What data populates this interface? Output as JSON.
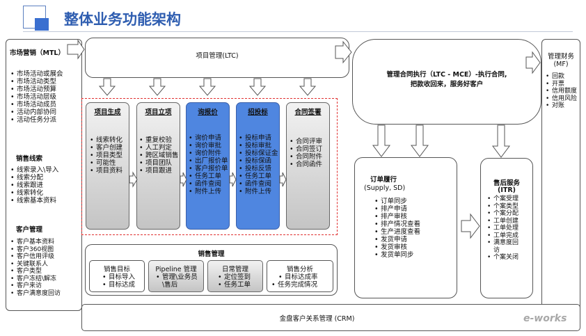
{
  "title": "整体业务功能架构",
  "mtl": {
    "title": "市场营销（MTL）",
    "items": [
      "市场活动或展会",
      "市场活动类型",
      "市场活动预算",
      "市场活动层级",
      "市场活动成员",
      "活动内部协同",
      "活动任务分派"
    ],
    "leads_title": "销售线索",
    "leads": [
      "线索录入\\导入",
      "线索分配",
      "线索跟进",
      "线索转化",
      "线索基本资料"
    ],
    "cust_title": "客户管理",
    "cust": [
      "客户基本资料",
      "客户360视图",
      "客户信用评级",
      "关键联系人",
      "客户类型",
      "客户冻结\\解冻",
      "客户来访",
      "客户满意度回访"
    ]
  },
  "ltc": {
    "label": "项目管理(LTC)"
  },
  "stages": [
    {
      "title": "项目生成",
      "items": [
        "线索转化",
        "客户创建",
        "项目类型",
        "可能性",
        "项目资料"
      ]
    },
    {
      "title": "项目立项",
      "items": [
        "重复校验",
        "人工判定",
        "跨区域销售",
        "项目团队",
        "项目跟进"
      ]
    },
    {
      "title": "询报价",
      "items": [
        "询价申请",
        "询价审批",
        "询价附件",
        "出厂报价单",
        "客户报价单",
        "任务工单",
        "函件查阅",
        "附件上传"
      ]
    },
    {
      "title": "招投标",
      "items": [
        "投标申请",
        "投标审批",
        "投标保证金",
        "投标保函",
        "投标反馈",
        "任务工单",
        "函件查阅",
        "附件上传"
      ]
    },
    {
      "title": "合同签署",
      "items": [
        "合同评审",
        "合同签订",
        "合同附件",
        "合同函件"
      ]
    }
  ],
  "sales": {
    "title": "销售管理",
    "cells": [
      {
        "title": "销售目标",
        "items": [
          "目标导入",
          "目标达成"
        ]
      },
      {
        "title": "Pipeline 管理",
        "items": [
          "管理\\业务员\\售后"
        ]
      },
      {
        "title": "日常管理",
        "items": [
          "定位签到",
          "任务工单"
        ]
      },
      {
        "title": "销售分析",
        "items": [
          "目标达成率",
          "任务完成情况"
        ]
      }
    ]
  },
  "contract_exec": {
    "line1": "管理合同执行（LTC - MCE）-执行合同,",
    "line2": "把款收回来，服务好客户"
  },
  "order": {
    "title": "订单履行",
    "subtitle": "(Supply, SD)",
    "items": [
      "订单同步",
      "排产申请",
      "排产审核",
      "排产情况查看",
      "生产进度查看",
      "发货申请",
      "发货审核",
      "发货单同步"
    ]
  },
  "after": {
    "title": "售后服务",
    "subtitle": "(ITR)",
    "items": [
      "个案受理",
      "个案类型",
      "个案分配",
      "工单创建",
      "工单处理",
      "工单完成",
      "满意度回访",
      "个案关闭"
    ]
  },
  "mf": {
    "title": "管理财务",
    "subtitle": "(MF)",
    "items": [
      "回款",
      "开票",
      "信用额度",
      "信用风险",
      "对账"
    ]
  },
  "crm": {
    "label": "金盘客户关系管理 (CRM)"
  },
  "logo": "e-works",
  "colors": {
    "accent": "#4f86e0",
    "title": "#2e5db0",
    "dash": "#e03030"
  }
}
